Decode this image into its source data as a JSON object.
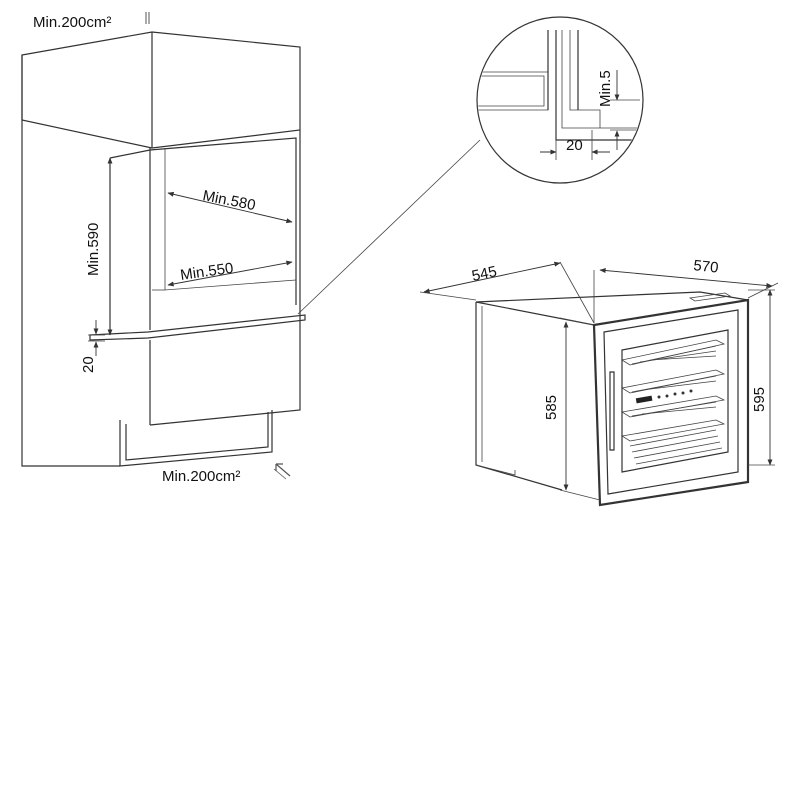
{
  "colors": {
    "line": "#333333",
    "background": "#ffffff"
  },
  "cabinet": {
    "vent_top_label": "Min.200cm²",
    "vent_bottom_label": "Min.200cm²",
    "depth_top_label": "Min.580",
    "depth_bottom_label": "Min.550",
    "niche_height_label": "Min.590",
    "shelf_label": "20"
  },
  "detail": {
    "gap_label": "Min.5",
    "offset_label": "20"
  },
  "appliance": {
    "depth_label": "545",
    "width_label": "570",
    "body_height_label": "585",
    "total_height_label": "595",
    "control_panel": "wine-cooler-control-panel"
  }
}
